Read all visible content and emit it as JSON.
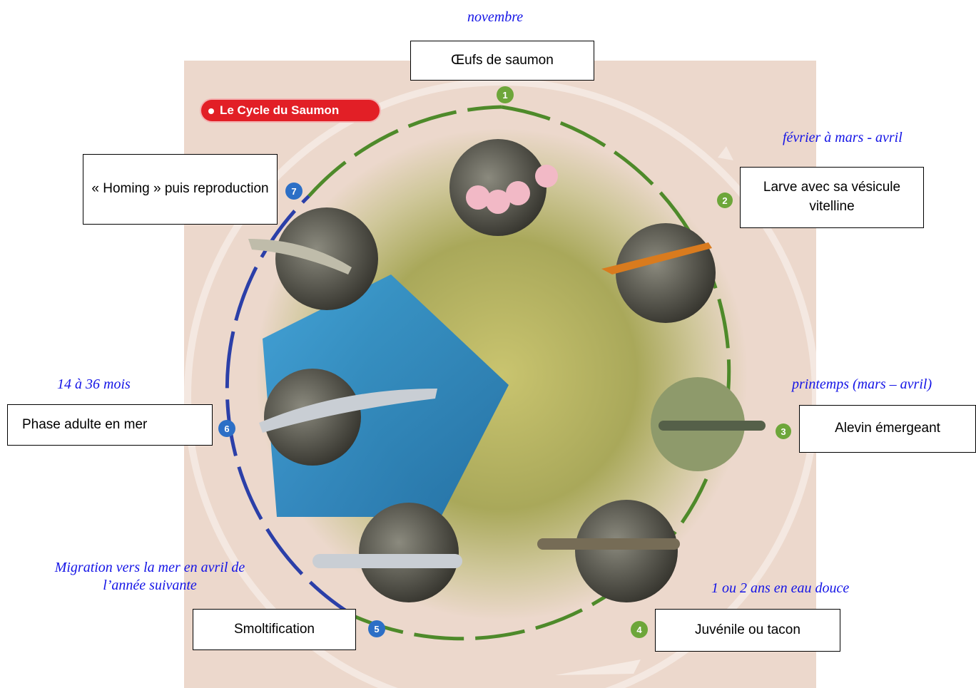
{
  "diagram": {
    "badge": "Le Cycle du Saumon",
    "stage_numbers": [
      "1",
      "2",
      "3",
      "4",
      "5",
      "6",
      "7"
    ],
    "stages": {
      "eggs": "Œufs de saumon",
      "larva": "Larve avec sa vésicule vitelline",
      "fry": "Alevin émergeant",
      "juvenile": "Juvénile ou tacon",
      "smolt": "Smoltification",
      "adult_sea": "Phase adulte en mer",
      "homing": "« Homing » puis reproduction"
    },
    "timing": {
      "november": "novembre",
      "feb_april": "février à mars - avril",
      "spring": "printemps (mars – avril)",
      "freshwater": "1 ou 2 ans en eau douce",
      "migration_line1": "Migration vers la mer en avril de",
      "migration_line2": "l’année suivante",
      "months": "14 à 36 mois"
    },
    "colors": {
      "panel": "#ecd8cc",
      "badge": "#e21f26",
      "freshwater_ring": "#4e8a2a",
      "sea_ring": "#2b3fa8",
      "note_text": "#1414e6"
    }
  }
}
